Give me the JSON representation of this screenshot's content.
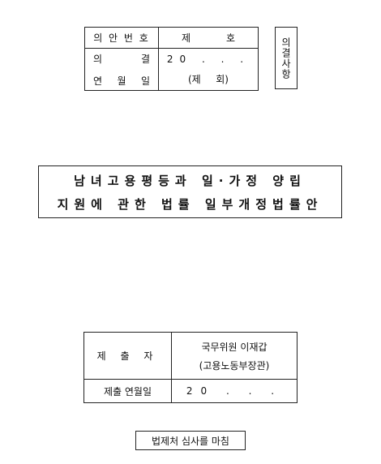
{
  "bill_info": {
    "bill_no_label": "의 안 번 호",
    "bill_no_value": [
      "제",
      "호"
    ],
    "resolution_label": [
      "의 결",
      "연 월 일"
    ],
    "resolution_date": "20 . . .",
    "resolution_session": [
      "(제",
      "회)"
    ]
  },
  "resolution_box": "의결사항",
  "title": {
    "line1": "남녀고용평등과 일·가정 양립",
    "line2": "지원에 관한 법률 일부개정법률안"
  },
  "submitter": {
    "label": "제 출 자",
    "name": "국무위원 이재갑",
    "affiliation": "(고용노동부장관)",
    "date_label": "제출 연월일",
    "date_value": "20 . . ."
  },
  "stamp": "법제처 심사를 마침"
}
